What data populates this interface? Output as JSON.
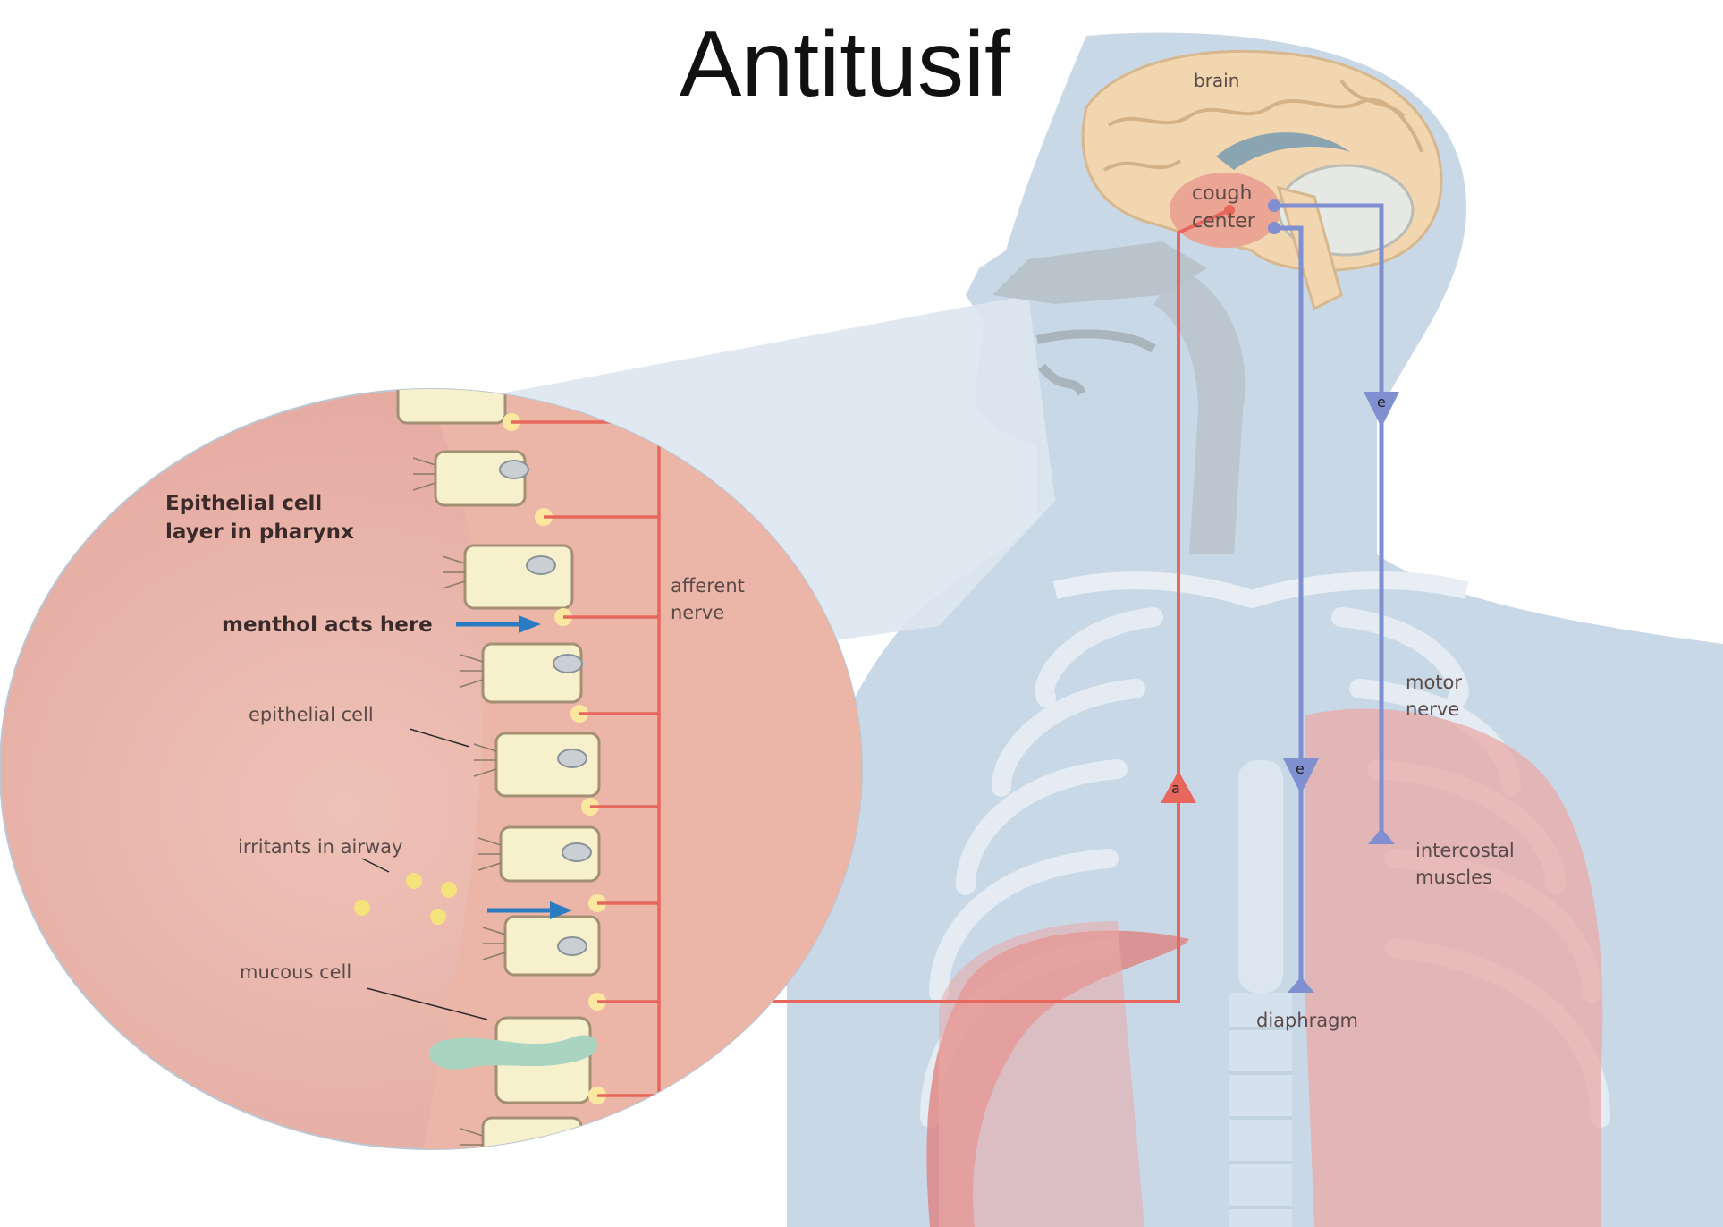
{
  "title": "Antitusif",
  "labels": {
    "brain": "brain",
    "cough_center_line1": "cough",
    "cough_center_line2": "center",
    "epithelial_layer_line1": "Epithelial cell",
    "epithelial_layer_line2": "layer in pharynx",
    "menthol": "menthol acts here",
    "epithelial_cell": "epithelial cell",
    "irritants": "irritants in airway",
    "mucous_cell": "mucous cell",
    "afferent_line1": "afferent",
    "afferent_line2": "nerve",
    "motor_line1": "motor",
    "motor_line2": "nerve",
    "intercostal_line1": "intercostal",
    "intercostal_line2": "muscles",
    "diaphragm": "diaphragm",
    "marker_afferent": "a",
    "marker_efferent_1": "e",
    "marker_efferent_2": "e"
  },
  "colors": {
    "body": "#c9d8e6",
    "afferent": "#e8675c",
    "efferent": "#7f8fd0",
    "lung": "#e9aaa6",
    "brain": "#f1d6b0",
    "inset": "#eab2a8",
    "arrow": "#2a7bc1"
  }
}
